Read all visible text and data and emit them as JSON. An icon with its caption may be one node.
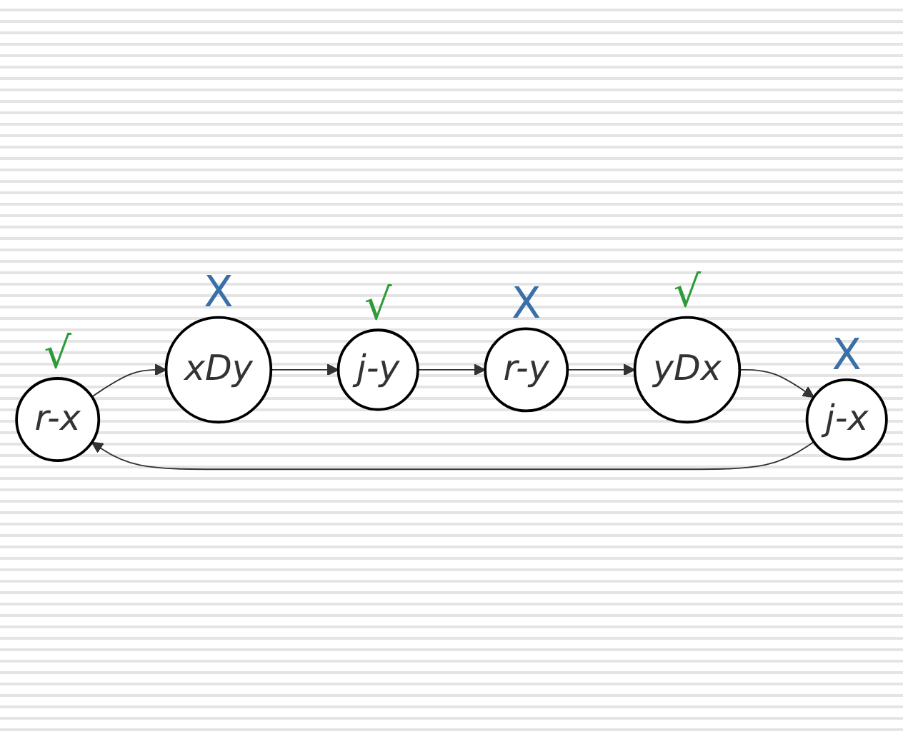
{
  "diagram": {
    "nodes": [
      {
        "text": [
          "r-x"
        ],
        "beside": [
          "√"
        ]
      },
      {
        "text": [
          "xDy"
        ],
        "beside": [
          "X"
        ]
      },
      {
        "text": [
          "j-x"
        ],
        "beside": [
          "X"
        ]
      },
      {
        "text": [
          "j-y"
        ],
        "beside": [
          "√"
        ]
      },
      {
        "text": [
          "yDx"
        ],
        "beside": [
          "√"
        ]
      },
      {
        "text": [
          "r-y"
        ],
        "beside": [
          "X"
        ]
      }
    ],
    "edges": [
      {
        "from": 0,
        "to": 1,
        "arrow": "to"
      },
      {
        "from": 1,
        "to": 3,
        "arrow": "to"
      },
      {
        "from": 3,
        "to": 5,
        "arrow": "to"
      },
      {
        "from": 5,
        "to": 4,
        "arrow": "to"
      },
      {
        "from": 4,
        "to": 2,
        "arrow": "to"
      },
      {
        "from": 2,
        "to": 0,
        "arrow": "to"
      }
    ]
  }
}
